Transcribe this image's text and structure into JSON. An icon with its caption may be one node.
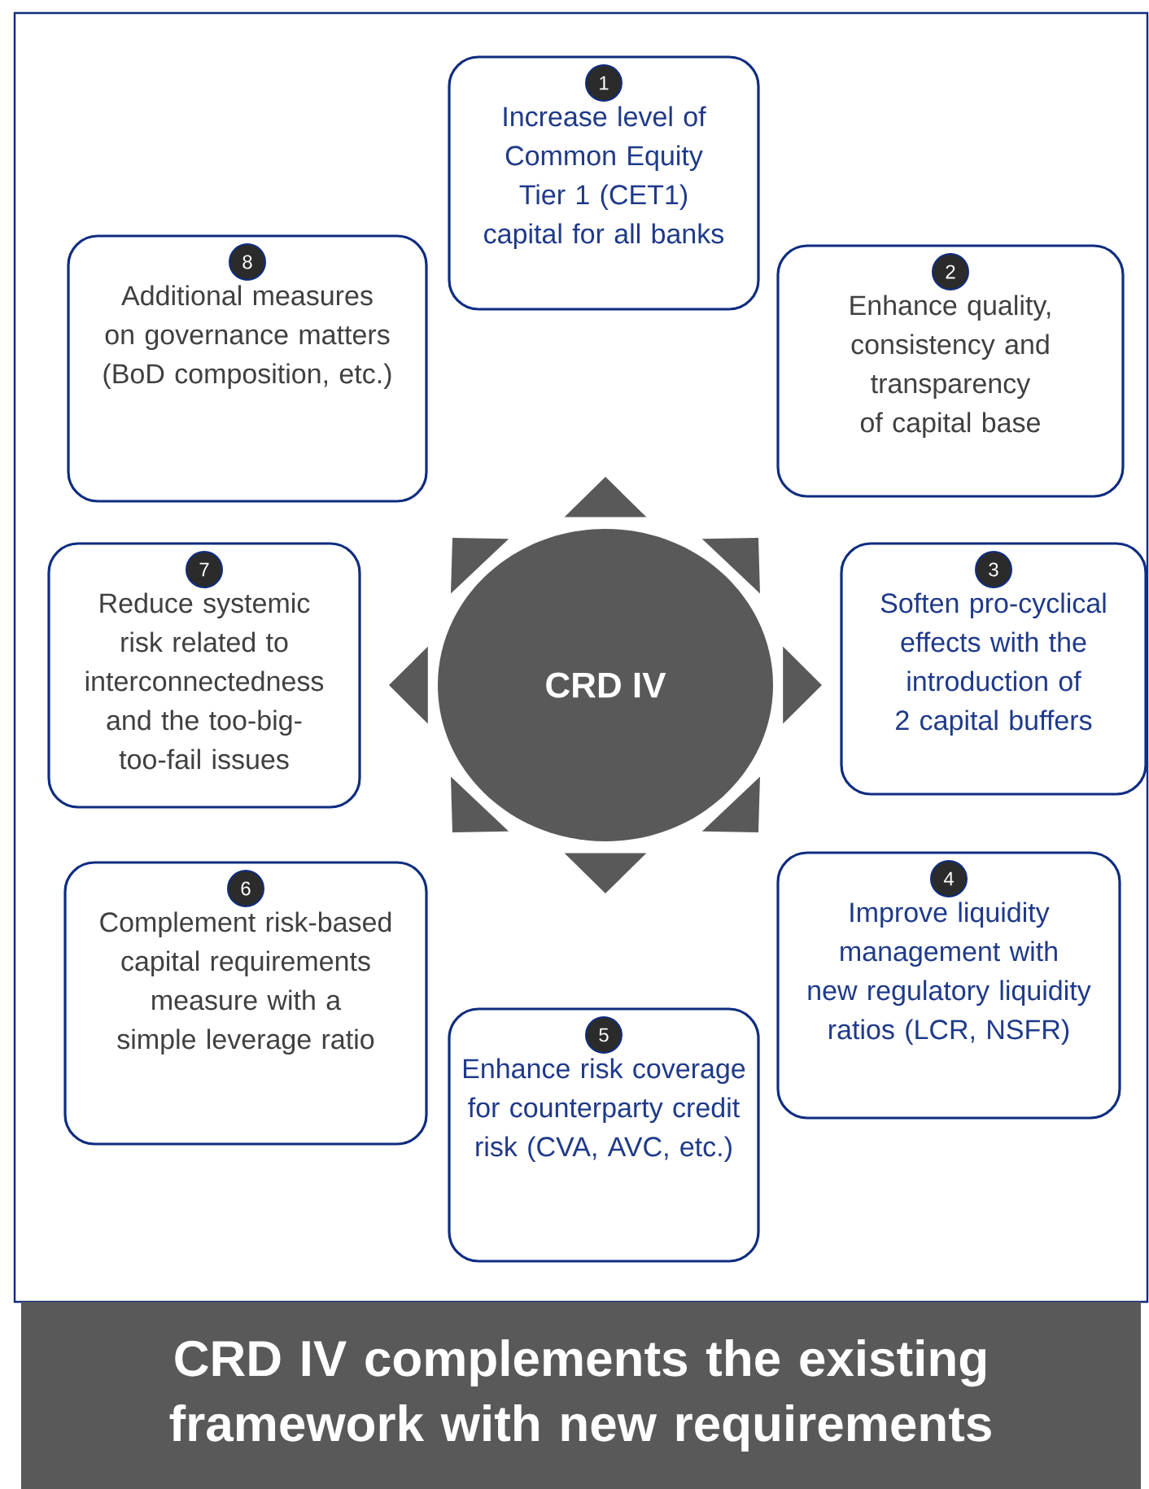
{
  "diagram": {
    "caption": "CRD IV complements the existing framework with new requirements",
    "nodes": [
      {
        "text": [
          "CRD IV"
        ]
      },
      {
        "text": [
          "1",
          "Increase level of Common Equity Tier 1 (CET1) capital for all banks"
        ]
      },
      {
        "text": [
          "2",
          "Enhance quality, consistency and transparency of capital base"
        ]
      },
      {
        "text": [
          "3",
          "Soften pro-cyclical effects with the introduction of 2 capital buffers"
        ]
      },
      {
        "text": [
          "4",
          "Improve liquidity management with new regulatory liquidity ratios (LCR, NSFR)"
        ]
      },
      {
        "text": [
          "5",
          "Enhance risk coverage for counterparty credit risk (CVA, AVC, etc.)"
        ]
      },
      {
        "text": [
          "6",
          "Complement risk-based capital requirements measure with a simple leverage ratio"
        ]
      },
      {
        "text": [
          "7",
          "Reduce systemic risk  related to interconnectedness and the too-big-too-fail issues"
        ]
      },
      {
        "text": [
          "8",
          "Additional measures on governance matters (BoD composition, etc.)"
        ]
      }
    ],
    "edges": []
  }
}
